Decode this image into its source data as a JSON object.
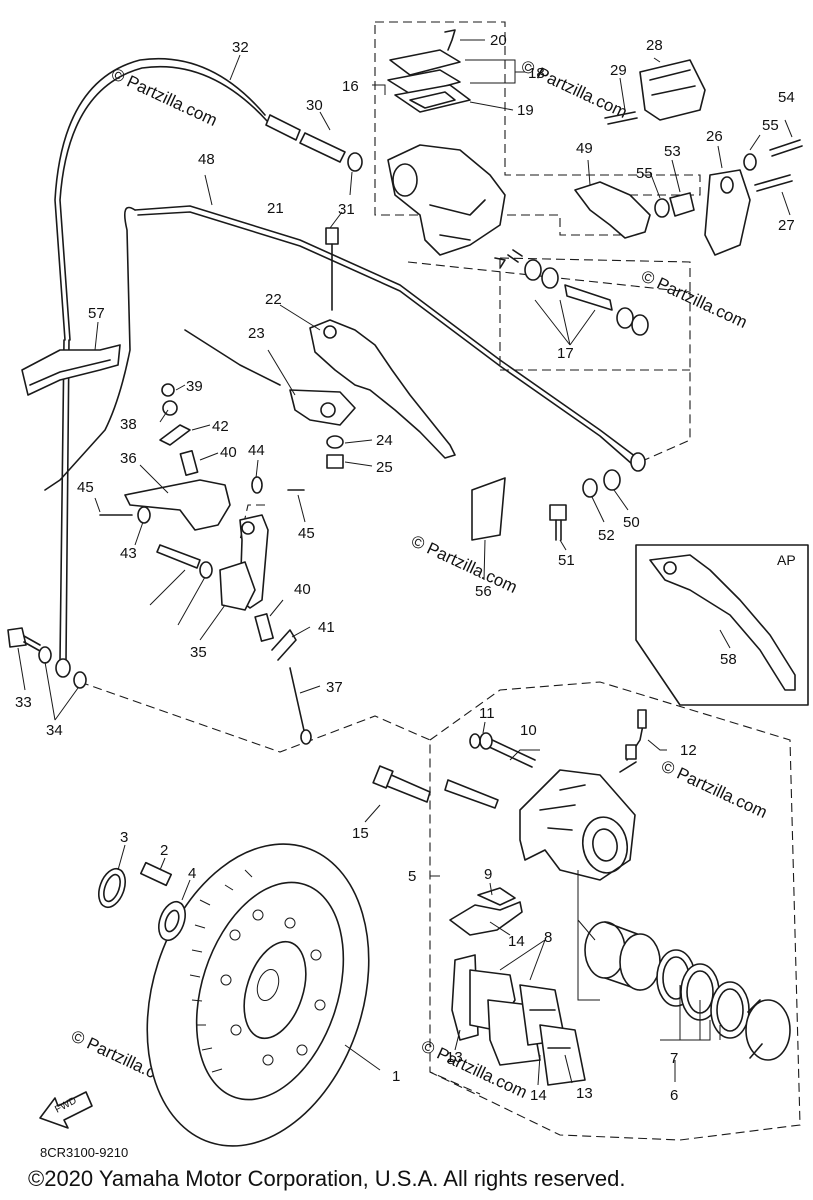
{
  "drawing_code": "8CR3100-9210",
  "copyright": "©2020 Yamaha Motor Corporation, U.S.A. All rights reserved.",
  "watermark": "© Partzilla.com",
  "inset_label": "AP",
  "fwd_label": "FWD",
  "callouts": {
    "c1": "1",
    "c2": "2",
    "c3": "3",
    "c4": "4",
    "c5": "5",
    "c6": "6",
    "c7": "7",
    "c8": "8",
    "c9": "9",
    "c10": "10",
    "c11": "11",
    "c12": "12",
    "c13a": "13",
    "c13b": "13",
    "c14a": "14",
    "c14b": "14",
    "c15": "15",
    "c16": "16",
    "c17": "17",
    "c18": "18",
    "c19": "19",
    "c20": "20",
    "c21": "21",
    "c22": "22",
    "c23": "23",
    "c24": "24",
    "c25": "25",
    "c26": "26",
    "c27": "27",
    "c28": "28",
    "c29": "29",
    "c30": "30",
    "c31": "31",
    "c32": "32",
    "c33": "33",
    "c34": "34",
    "c35": "35",
    "c36": "36",
    "c37": "37",
    "c38": "38",
    "c39": "39",
    "c40a": "40",
    "c40b": "40",
    "c41": "41",
    "c42": "42",
    "c43": "43",
    "c44": "44",
    "c45a": "45",
    "c45b": "45",
    "c48": "48",
    "c49": "49",
    "c50": "50",
    "c51": "51",
    "c52": "52",
    "c53": "53",
    "c54": "54",
    "c55a": "55",
    "c55b": "55",
    "c56": "56",
    "c57": "57",
    "c58": "58"
  }
}
